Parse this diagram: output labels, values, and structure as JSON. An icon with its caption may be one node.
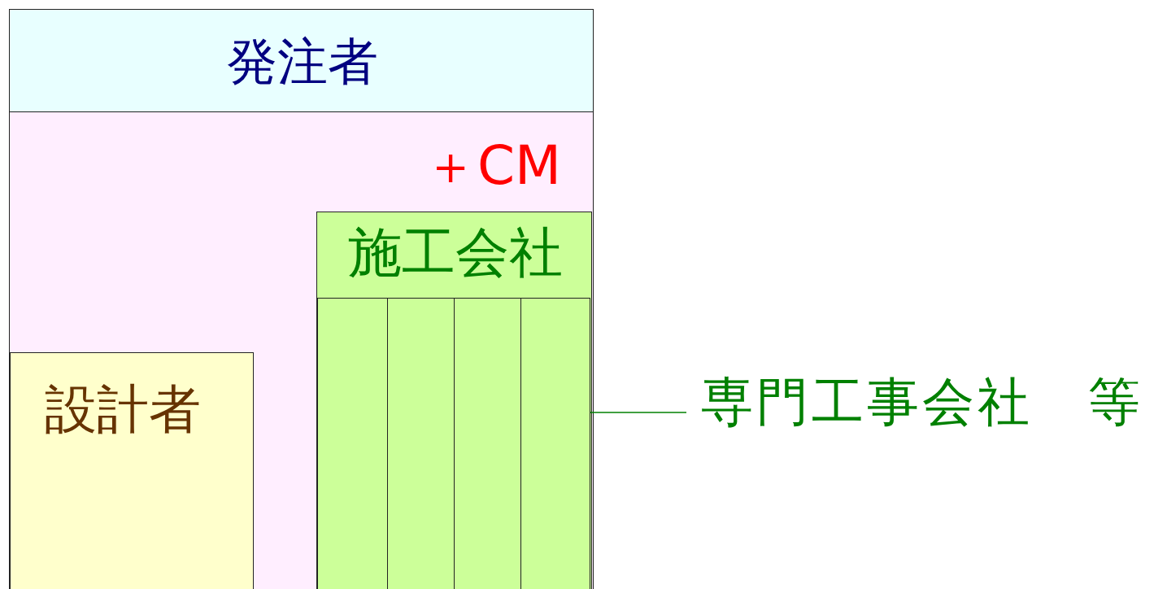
{
  "diagram": {
    "nodes": [
      {
        "text": [
          "発注者"
        ]
      },
      {
        "text": [
          "＋CM"
        ]
      },
      {
        "text": [
          "施工会社"
        ],
        "in": 1
      },
      {
        "text": [],
        "shape": "box",
        "in": 2
      },
      {
        "text": [],
        "shape": "box",
        "in": 2
      },
      {
        "text": [],
        "shape": "box",
        "in": 2
      },
      {
        "text": [],
        "shape": "box",
        "in": 2
      },
      {
        "text": [
          "設計者"
        ],
        "in": 1
      },
      {
        "text": [
          "専門工事会社　等"
        ]
      }
    ],
    "edges": [
      {
        "from": 8,
        "to": 6,
        "arrow": "none"
      }
    ]
  }
}
